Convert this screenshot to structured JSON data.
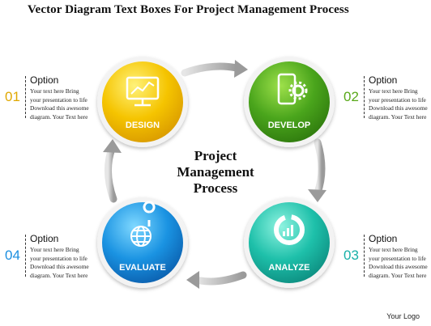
{
  "title": "Vector Diagram Text Boxes For Project Management Process",
  "center": {
    "line1": "Project",
    "line2": "Management",
    "line3": "Process"
  },
  "steps": [
    {
      "num": "01",
      "label": "DESIGN",
      "icon": "chart-monitor-icon",
      "color": "#f2b800",
      "num_color": "#e0a800"
    },
    {
      "num": "02",
      "label": "DEVELOP",
      "icon": "phone-gear-icon",
      "color": "#4aa51c",
      "num_color": "#58a818"
    },
    {
      "num": "03",
      "label": "ANALYZE",
      "icon": "donut-chart-icon",
      "color": "#1ab8a8",
      "num_color": "#16b0a8"
    },
    {
      "num": "04",
      "label": "EVALUATE",
      "icon": "globe-pin-icon",
      "color": "#1a8ee0",
      "num_color": "#1a8ee0"
    }
  ],
  "options": [
    {
      "title": "Option",
      "line1": "Your text here  Bring",
      "line2": "your presentation to life",
      "line3": "Download this awesome",
      "line4": "diagram. Your Text here"
    },
    {
      "title": "Option",
      "line1": "Your text here  Bring",
      "line2": "your presentation to life",
      "line3": "Download this awesome",
      "line4": "diagram. Your Text here"
    },
    {
      "title": "Option",
      "line1": "Your text here  Bring",
      "line2": "your presentation to life",
      "line3": "Download this awesome",
      "line4": "diagram. Your Text here"
    },
    {
      "title": "Option",
      "line1": "Your text here  Bring",
      "line2": "your presentation to life",
      "line3": "Download this awesome",
      "line4": "diagram. Your Text here"
    }
  ],
  "logo": "Your Logo"
}
